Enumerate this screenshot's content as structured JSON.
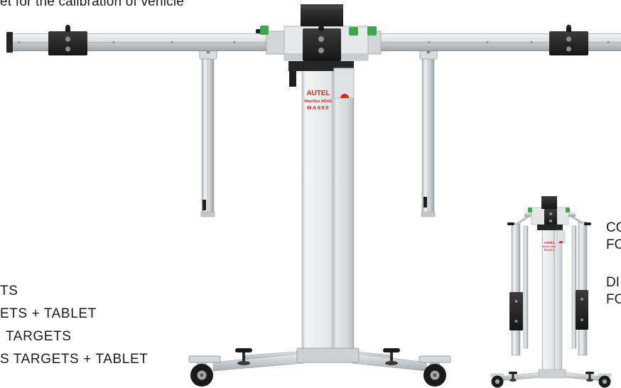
{
  "caption": {
    "top_line": "et for the calibration of vehicle"
  },
  "brand": {
    "logo": "AUTEL",
    "product_line": "MaxiSys ADAS",
    "model": "MA600"
  },
  "left_list": {
    "items": [
      "TS",
      "ETS + TABLET",
      "TARGETS",
      "S TARGETS + TABLET"
    ]
  },
  "right_list": {
    "items": [
      "CO",
      "FO",
      "DI",
      "FO"
    ]
  },
  "colors": {
    "background": "#ffffff",
    "text": "#1a1a1a",
    "brand_red": "#e3231f",
    "level_green": "#3da84a",
    "frame_black": "#222222",
    "aluminum": "#d6d9dc"
  }
}
